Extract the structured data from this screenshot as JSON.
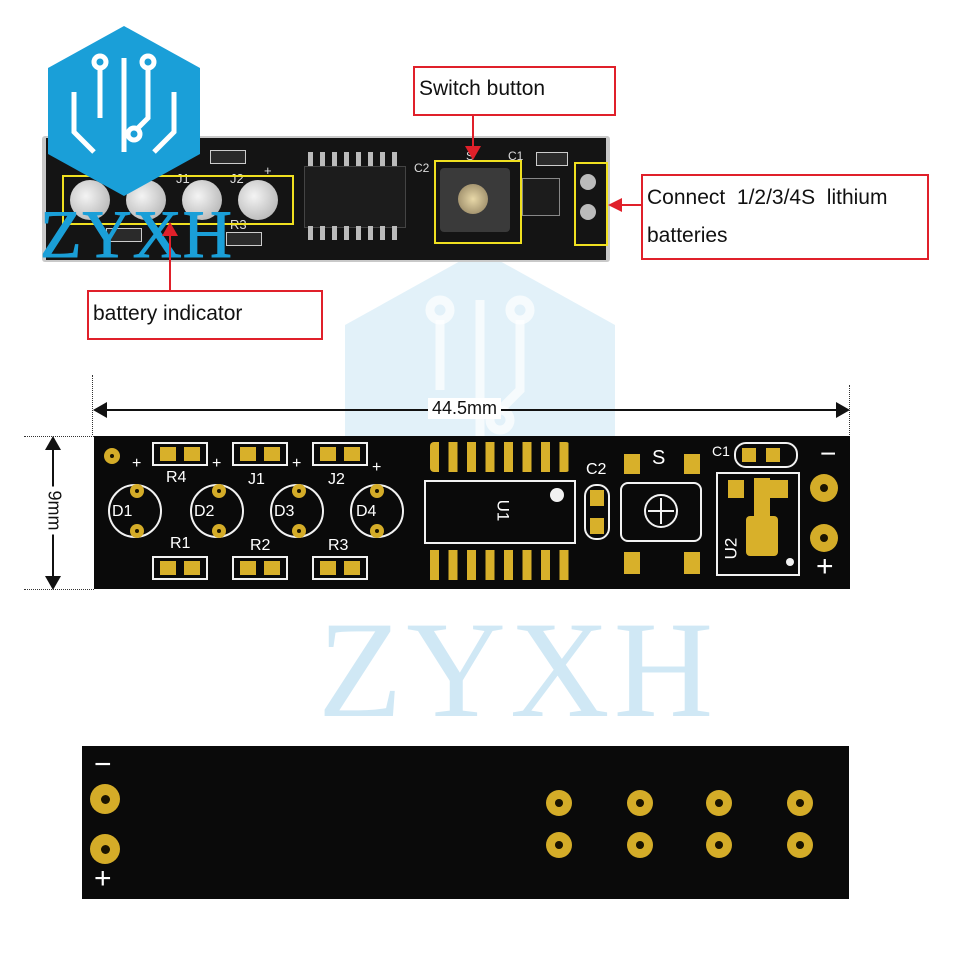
{
  "brand": {
    "name": "ZYXH",
    "logo_color": "#1a9fd8"
  },
  "callouts": {
    "switch": "Switch button",
    "batteries_line1": "Connect  1/2/3/4S  lithium",
    "batteries_line2": "batteries",
    "indicator": "battery indicator"
  },
  "dimensions": {
    "width": "44.5mm",
    "height": "9mm"
  },
  "photo_silk": {
    "j1": "J1",
    "j2": "J2",
    "r3": "R3",
    "c2": "C2",
    "s": "S",
    "c1": "C1",
    "plus": "+"
  },
  "front_silk": {
    "leds": [
      "D1",
      "D2",
      "D3",
      "D4"
    ],
    "resistors_top": [
      "R4",
      "J1",
      "J2"
    ],
    "resistors_bottom": [
      "R1",
      "R2",
      "R3"
    ],
    "plus": "+",
    "minus": "−",
    "u1": "U1",
    "u2": "U2",
    "c1": "C1",
    "c2": "C2",
    "s": "S"
  },
  "back_silk": {
    "minus": "−",
    "plus": "+"
  },
  "colors": {
    "callout_border": "#e0202a",
    "highlight": "#f0e020",
    "pcb": "#0a0a0a",
    "gold": "#d8b02a",
    "silk": "#ffffff"
  }
}
